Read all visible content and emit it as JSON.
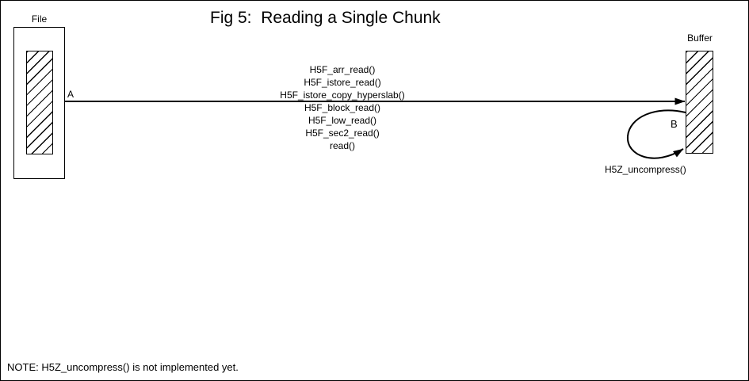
{
  "title": "Fig 5:  Reading a Single Chunk",
  "file": {
    "label": "File"
  },
  "buffer": {
    "label": "Buffer"
  },
  "arrow_a": {
    "label": "A"
  },
  "arrow_b": {
    "label": "B",
    "caption": "H5Z_uncompress()"
  },
  "call_stack": {
    "lines": [
      "H5F_arr_read()",
      "H5F_istore_read()",
      "H5F_istore_copy_hyperslab()",
      "H5F_block_read()",
      "H5F_low_read()",
      "H5F_sec2_read()",
      "read()"
    ]
  },
  "note": "NOTE: H5Z_uncompress() is not implemented yet.",
  "colors": {
    "foreground": "#000000",
    "background": "#ffffff"
  }
}
